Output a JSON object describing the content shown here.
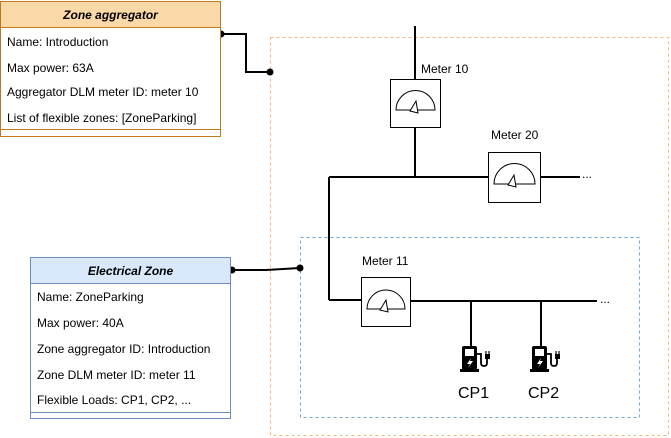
{
  "zone_aggregator": {
    "title": "Zone aggregator",
    "name": "Name: Introduction",
    "max_power": "Max power: 63A",
    "dlm_meter": "Aggregator DLM meter ID: meter 10",
    "flexible_zones": "List of flexible zones: [ZoneParking]"
  },
  "electrical_zone": {
    "title": "Electrical Zone",
    "name": "Name: ZoneParking",
    "max_power": "Max power: 40A",
    "aggregator_id": "Zone aggregator ID: Introduction",
    "dlm_meter": "Zone DLM meter ID: meter 11",
    "flexible_loads": "Flexible Loads: CP1, CP2, ..."
  },
  "meters": {
    "meter10": "Meter 10",
    "meter20": "Meter 20",
    "meter11": "Meter 11"
  },
  "continuation": "...",
  "charge_points": {
    "cp1": "CP1",
    "cp2": "CP2"
  },
  "colors": {
    "aggregator_header": "#fbd8a8",
    "aggregator_border": "#c07a1a",
    "zone_header": "#dae8fc",
    "zone_border": "#6c8ebf",
    "outer_dashed": "#f4b77c",
    "inner_dashed": "#6ea8d8"
  },
  "icons": [
    "gauge-icon",
    "ev-charger-icon"
  ]
}
